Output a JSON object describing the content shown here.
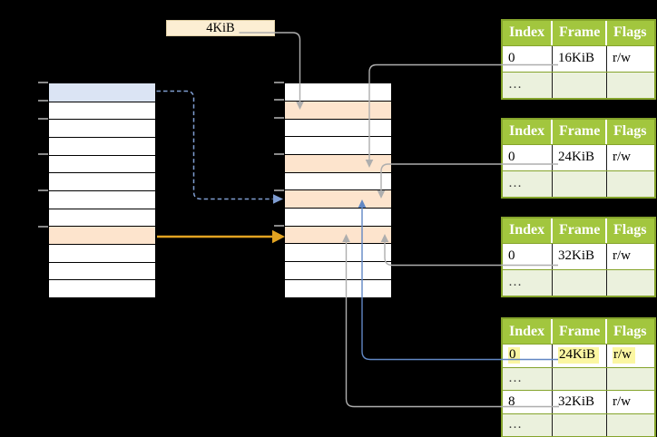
{
  "colors": {
    "background": "#000000",
    "cell_white": "#ffffff",
    "cell_blue": "#dbe4f4",
    "cell_peach": "#fde4cd",
    "label_cream": "#fceed3",
    "label_border": "#e0d0a6",
    "table_header_green": "#a2c63e",
    "table_border_green": "#85a42c",
    "table_row_light_green": "#ebf1dd",
    "highlight_yellow": "#fbf6a2",
    "connector_gray": "#aeaeae",
    "connector_blue": "#6187c4",
    "dashed_blue": "#7f9dd1",
    "arrow_orange": "#e2a321",
    "tick_gray": "#8a8a8a",
    "ellipsis_color": "#3e3e3e"
  },
  "size_label": {
    "text": "4KiB"
  },
  "virtual_memory_column": {
    "rows": [
      "blue",
      "white",
      "white",
      "white",
      "white",
      "white",
      "white",
      "white",
      "peach",
      "white",
      "white",
      "white"
    ],
    "tick_rows": [
      0,
      1,
      2,
      4,
      6,
      8
    ]
  },
  "physical_memory_column": {
    "rows": [
      "white",
      "peach",
      "white",
      "white",
      "peach",
      "white",
      "peach",
      "white",
      "peach",
      "white",
      "white",
      "white"
    ],
    "tick_rows": [
      0,
      1,
      2,
      4,
      6,
      8
    ]
  },
  "page_tables": [
    {
      "headers": [
        "Index",
        "Frame",
        "Flags"
      ],
      "rows": [
        {
          "cells": [
            "0",
            "16KiB",
            "r/w"
          ],
          "shaded": false,
          "highlighted": false
        },
        {
          "cells": [
            "…",
            "",
            ""
          ],
          "shaded": true,
          "highlighted": false
        }
      ]
    },
    {
      "headers": [
        "Index",
        "Frame",
        "Flags"
      ],
      "rows": [
        {
          "cells": [
            "0",
            "24KiB",
            "r/w"
          ],
          "shaded": false,
          "highlighted": false
        },
        {
          "cells": [
            "…",
            "",
            ""
          ],
          "shaded": true,
          "highlighted": false
        }
      ]
    },
    {
      "headers": [
        "Index",
        "Frame",
        "Flags"
      ],
      "rows": [
        {
          "cells": [
            "0",
            "32KiB",
            "r/w"
          ],
          "shaded": false,
          "highlighted": false
        },
        {
          "cells": [
            "…",
            "",
            ""
          ],
          "shaded": true,
          "highlighted": false
        }
      ]
    },
    {
      "headers": [
        "Index",
        "Frame",
        "Flags"
      ],
      "rows": [
        {
          "cells": [
            "0",
            "24KiB",
            "r/w"
          ],
          "shaded": false,
          "highlighted": true
        },
        {
          "cells": [
            "…",
            "",
            ""
          ],
          "shaded": true,
          "highlighted": false
        },
        {
          "cells": [
            "8",
            "32KiB",
            "r/w"
          ],
          "shaded": false,
          "highlighted": false
        },
        {
          "cells": [
            "…",
            "",
            ""
          ],
          "shaded": true,
          "highlighted": false
        }
      ]
    }
  ],
  "connections": [
    {
      "from": "size-label-4KiB",
      "to": "physical-row-2",
      "style": "gray-solid"
    },
    {
      "from": "table-1-frame-16KiB",
      "to": "physical-row-5",
      "style": "gray-solid"
    },
    {
      "from": "table-2-frame-24KiB",
      "to": "physical-row-7",
      "style": "gray-solid"
    },
    {
      "from": "table-3-frame-32KiB",
      "to": "physical-row-9",
      "style": "gray-solid"
    },
    {
      "from": "table-4-frame-24KiB",
      "to": "physical-row-7",
      "style": "blue-solid"
    },
    {
      "from": "table-4-frame-32KiB",
      "to": "physical-row-9",
      "style": "gray-solid"
    },
    {
      "from": "virtual-row-1",
      "to": "physical-row-7",
      "style": "blue-dashed"
    },
    {
      "from": "virtual-row-9",
      "to": "physical-row-9",
      "style": "orange-solid"
    }
  ]
}
